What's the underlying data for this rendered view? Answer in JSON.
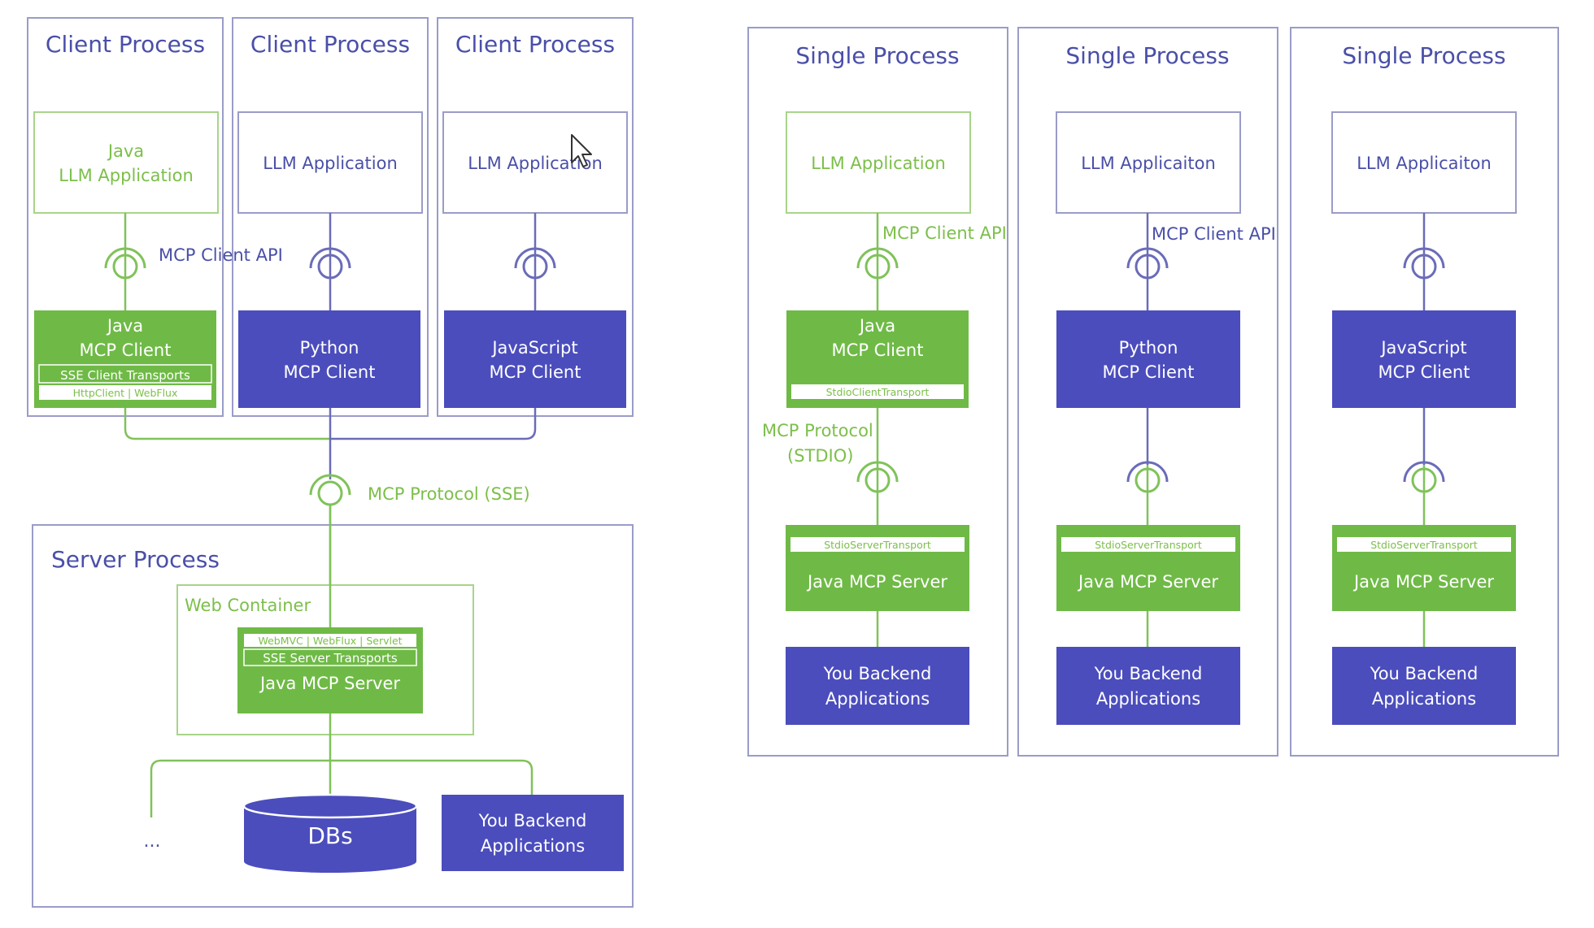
{
  "colors": {
    "green": "#6fba46",
    "blue": "#4b4dbd",
    "text_blue": "#4a4fa8",
    "text_green": "#7cbf4a"
  },
  "left": {
    "client_process_title": "Client Process",
    "java_llm_app": [
      "Java",
      "LLM Application"
    ],
    "llm_application": "LLM Application",
    "mcp_client_api": "MCP Client API",
    "java_client": {
      "lines": [
        "Java",
        "MCP Client"
      ],
      "transport": "SSE Client Transports",
      "sub": "HttpClient | WebFlux"
    },
    "python_client": [
      "Python",
      "MCP Client"
    ],
    "js_client": [
      "JavaScript",
      "MCP Client"
    ],
    "protocol_label": "MCP Protocol (SSE)",
    "server_process_title": "Server Process",
    "web_container_title": "Web Container",
    "java_server": {
      "sub": "WebMVC | WebFlux | Servlet",
      "transport": "SSE Server Transports",
      "label": "Java MCP Server"
    },
    "dbs_label": "DBs",
    "backend": [
      "You Backend",
      "Applications"
    ],
    "ellipsis": "..."
  },
  "right": {
    "single_process_title": "Single Process",
    "col1": {
      "app": "LLM Application",
      "api_label": "MCP Client API",
      "client": [
        "Java",
        "MCP Client"
      ],
      "client_transport": "StdioClientTransport",
      "protocol_label": [
        "MCP Protocol",
        "(STDIO)"
      ]
    },
    "col2": {
      "app": "LLM Applicaiton",
      "api_label": "MCP Client API",
      "client": [
        "Python",
        "MCP Client"
      ]
    },
    "col3": {
      "app": "LLM Applicaiton",
      "client": [
        "JavaScript",
        "MCP Client"
      ]
    },
    "server_transport": "StdioServerTransport",
    "server_label": "Java MCP Server",
    "backend": [
      "You Backend",
      "Applications"
    ]
  }
}
